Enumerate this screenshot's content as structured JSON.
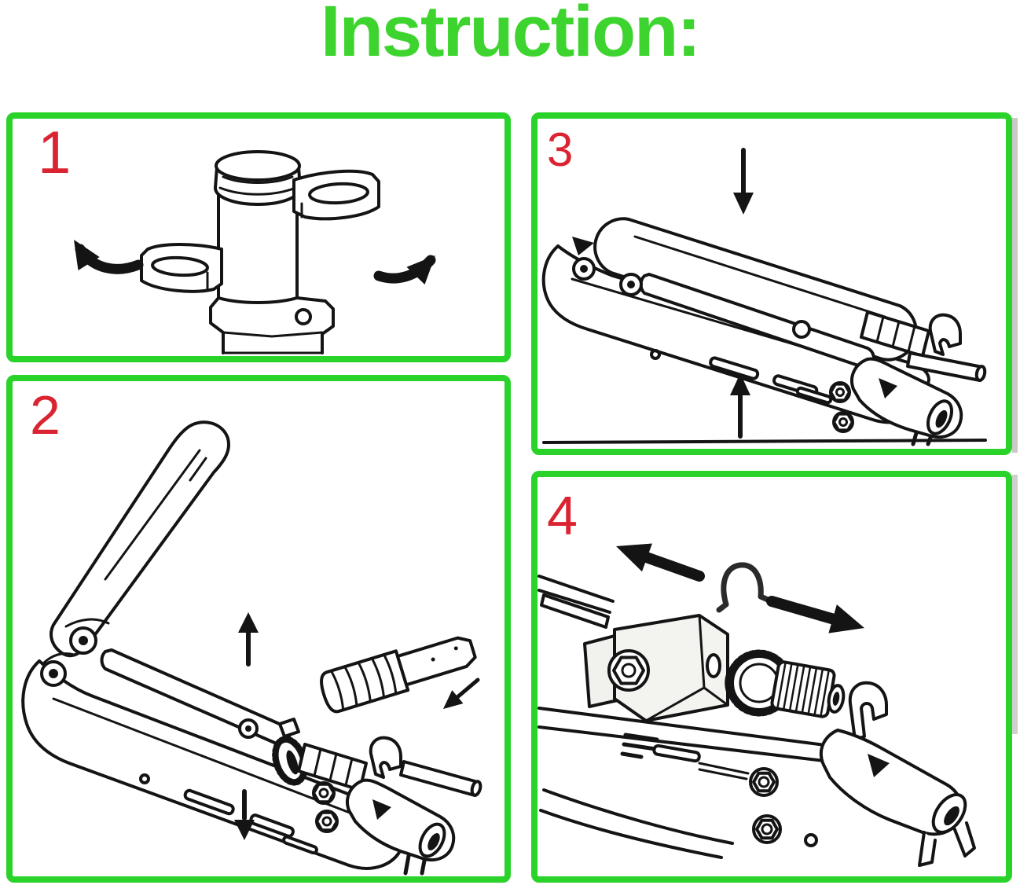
{
  "page": {
    "title": "Instruction:"
  },
  "colors": {
    "title_green": "#3ed42f",
    "panel_border_green": "#2ad32a",
    "step_number_red": "#da2431",
    "line_art": "#141414",
    "paper": "#ffffff"
  },
  "panels": [
    {
      "number": "1",
      "name": "rotate-tool-head",
      "icons": [
        "curved-arrow-left-icon",
        "curved-arrow-right-icon"
      ]
    },
    {
      "number": "2",
      "name": "open-handle-insert-connector",
      "icons": [
        "up-arrow-icon",
        "down-arrow-icon",
        "diagonal-arrow-icon"
      ]
    },
    {
      "number": "3",
      "name": "squeeze-tool-closed",
      "icons": [
        "down-arrow-icon",
        "up-arrow-icon"
      ]
    },
    {
      "number": "4",
      "name": "slide-plunger-clip",
      "icons": [
        "left-arrow-icon",
        "right-arrow-icon",
        "u-clip-icon"
      ]
    }
  ]
}
